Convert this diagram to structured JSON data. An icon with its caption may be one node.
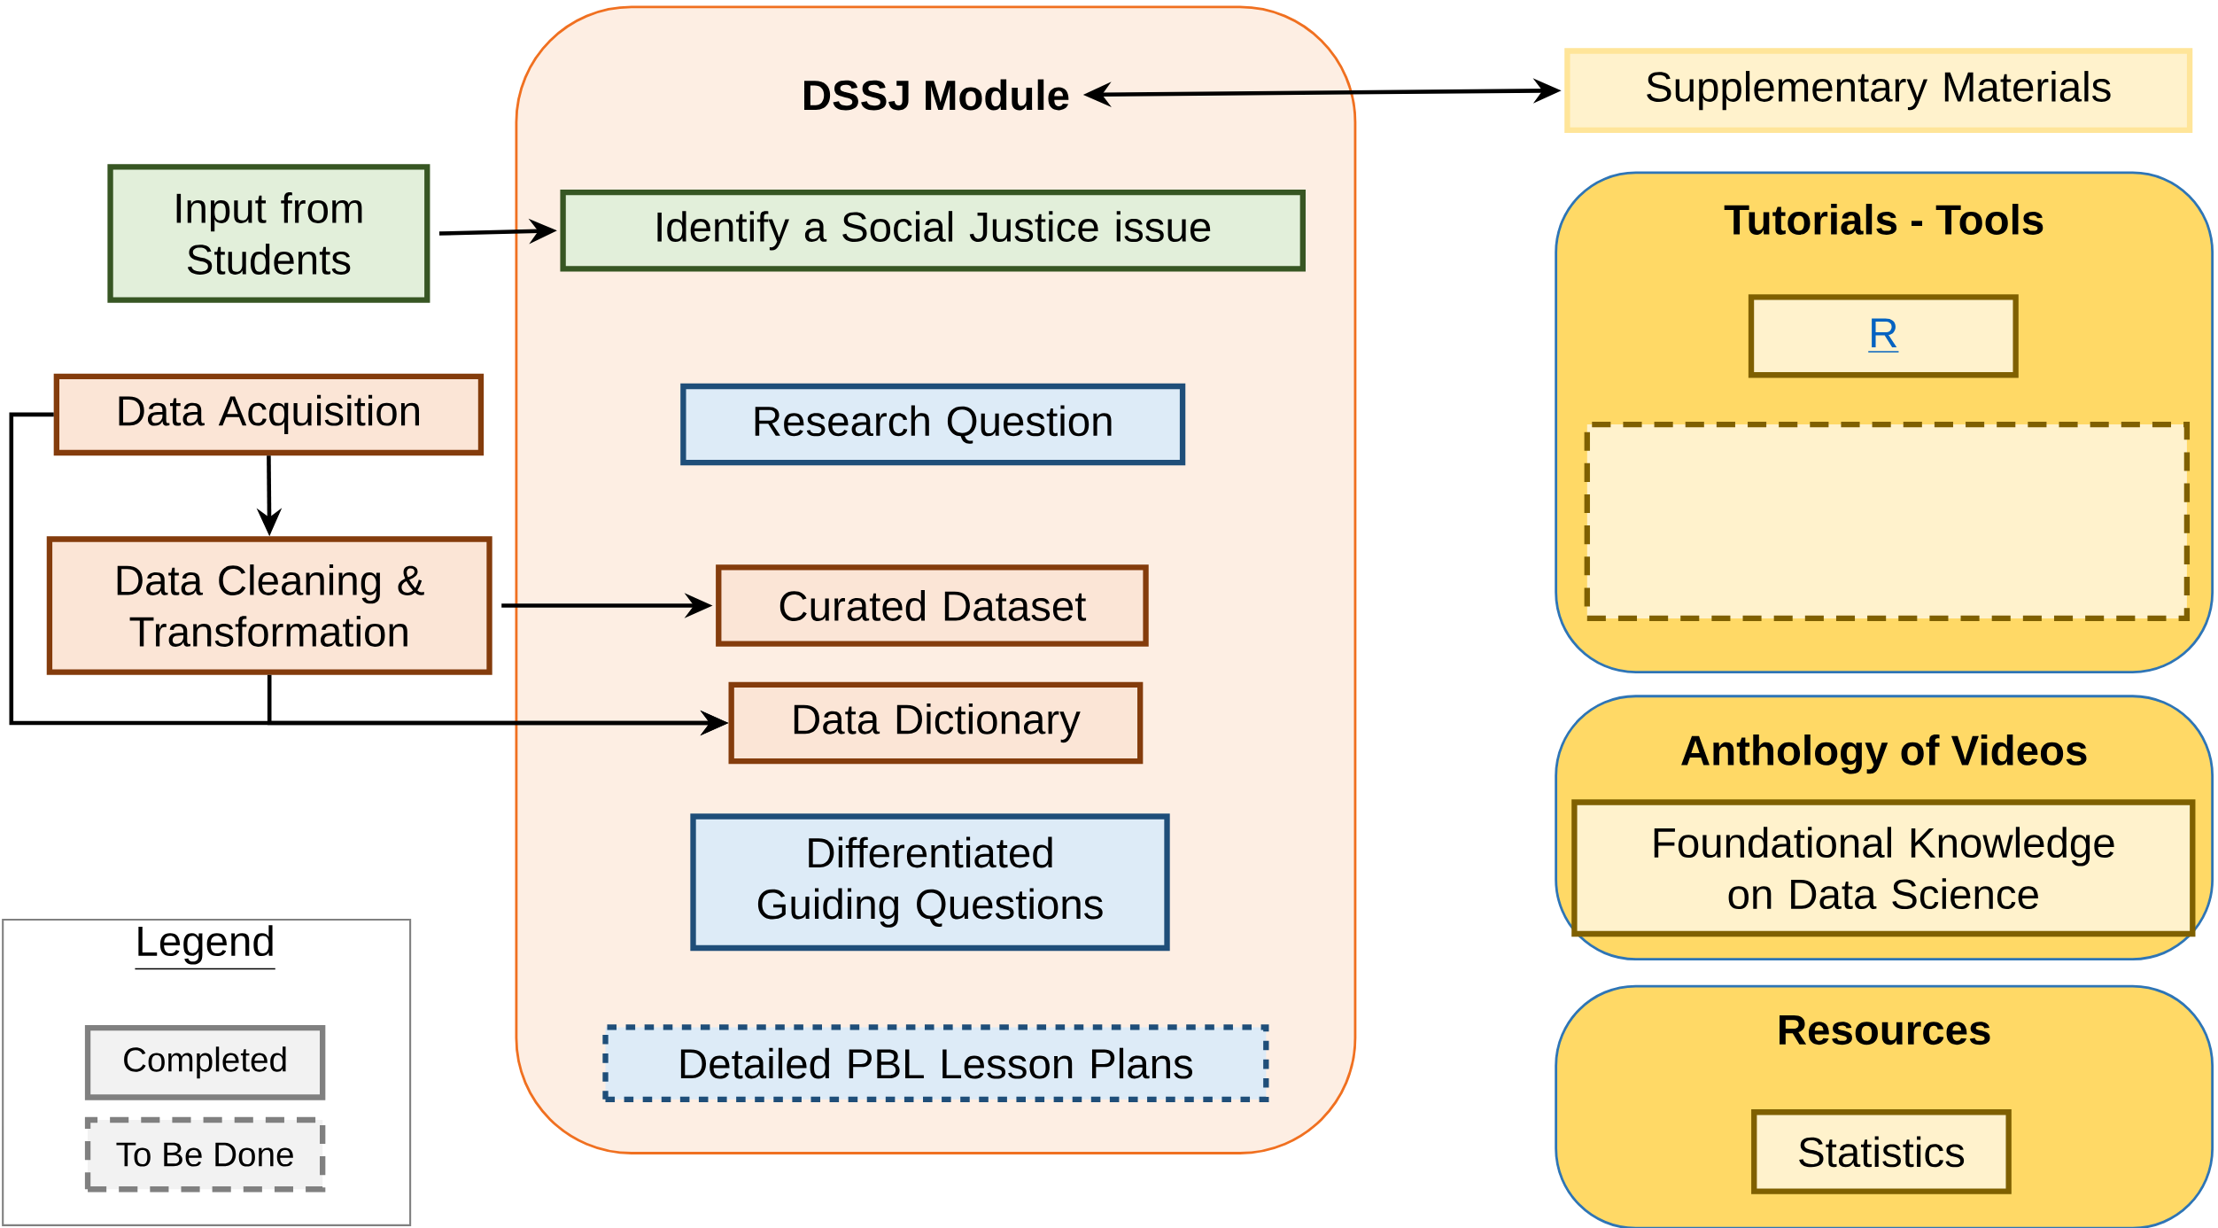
{
  "diagram": {
    "nodes": [
      {
        "text": [
          "DSSJ Module"
        ]
      },
      {
        "text": [
          "Supplementary Materials"
        ]
      },
      {
        "text": [
          "Tutorials - Tools"
        ]
      },
      {
        "text": [
          "R"
        ],
        "in": 2
      },
      {
        "text": [],
        "shape": "box",
        "in": 2
      },
      {
        "text": [
          "Anthology of Videos"
        ]
      },
      {
        "text": [
          "Foundational Knowledge on Data Science"
        ],
        "in": 5
      },
      {
        "text": [
          "Resources"
        ]
      },
      {
        "text": [
          "Statistics"
        ],
        "in": 7
      },
      {
        "text": [
          "Input from Students"
        ]
      },
      {
        "text": [
          "Identify a Social Justice issue"
        ],
        "in": 0
      },
      {
        "text": [
          "Data Acquisition"
        ]
      },
      {
        "text": [
          "Data Cleaning & Transformation"
        ]
      },
      {
        "text": [
          "Research Question"
        ],
        "in": 0
      },
      {
        "text": [
          "Curated Dataset"
        ],
        "in": 0
      },
      {
        "text": [
          "Data Dictionary"
        ],
        "in": 0
      },
      {
        "text": [
          "Differentiated Guiding Questions"
        ],
        "in": 0
      },
      {
        "text": [
          "Detailed PBL Lesson Plans"
        ],
        "in": 0
      }
    ],
    "edges": [
      {
        "from": 0,
        "to": 1,
        "arrow": "both"
      },
      {
        "from": 9,
        "to": 10,
        "arrow": "to"
      },
      {
        "from": 11,
        "to": 12,
        "arrow": "to"
      },
      {
        "from": 12,
        "to": 14,
        "arrow": "to"
      },
      {
        "from": 12,
        "to": 15,
        "arrow": "to"
      },
      {
        "from": 11,
        "to": 15,
        "arrow": "to"
      }
    ],
    "labels": [
      "Legend"
    ],
    "legend": [
      {
        "text": "Completed"
      },
      {
        "text": "To Be Done"
      }
    ]
  }
}
